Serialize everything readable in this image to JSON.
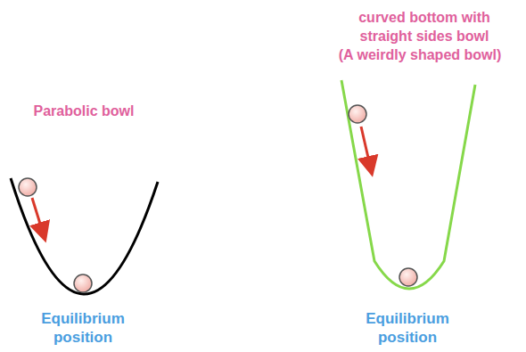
{
  "diagram": {
    "labels": [
      "Parabolic bowl",
      "curved bottom with straight sides bowl",
      "(A weirdly shaped bowl)",
      "Equilibrium position",
      "Equilibrium position"
    ]
  }
}
